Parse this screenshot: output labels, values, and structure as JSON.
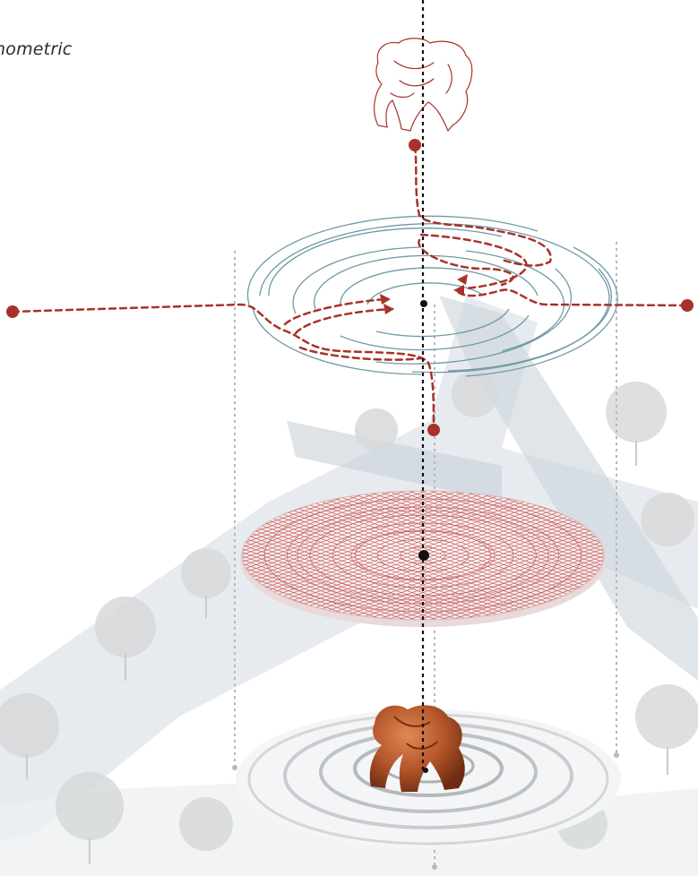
{
  "caption": {
    "text": "nometric"
  },
  "colors": {
    "accent_red": "#a8322a",
    "axis_black": "#111111",
    "maze_blue": "#6f9aa6",
    "guide_gray": "#b8b8b8",
    "ground_gray": "#e6e9ec",
    "sculpture_copper": "#b4562a"
  },
  "layers": {
    "top": "sketch-of-crouching-figure",
    "second": "circular-maze-plan-with-paths",
    "third": "triangular-mesh-disc",
    "bottom": "copper-sculpture-on-rippled-ground"
  }
}
